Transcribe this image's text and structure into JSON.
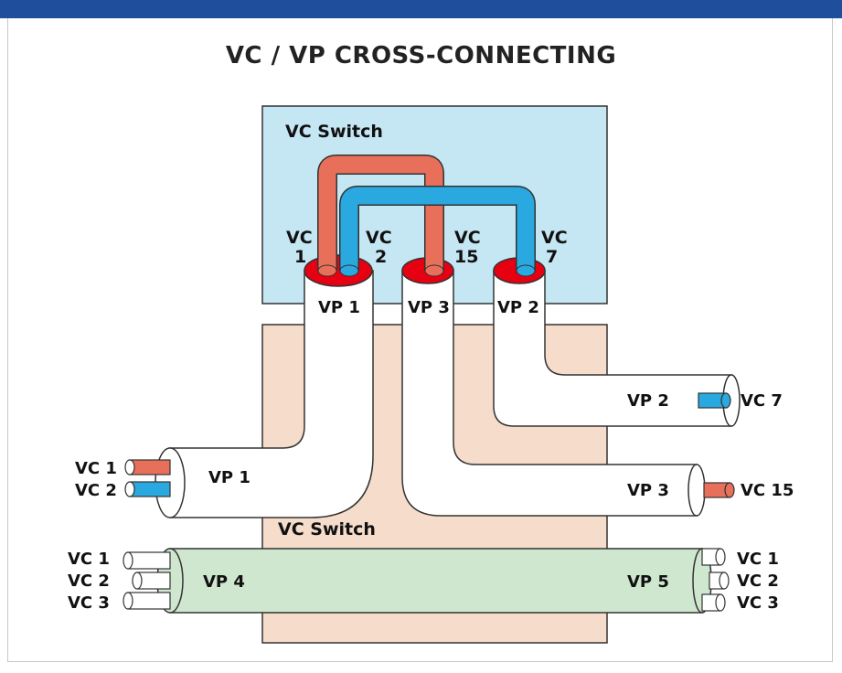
{
  "title": "VC / VP CROSS-CONNECTING",
  "upper_switch": {
    "label": "VC Switch"
  },
  "lower_switch": {
    "label": "VC Switch"
  },
  "colors": {
    "header_bar": "#1f4f9c",
    "upper_switch_fill": "#c5e6f3",
    "lower_switch_fill": "#f5dccb",
    "vc_red": "#e8705a",
    "vc_blue": "#2aa8e0",
    "pipe_rim": "#e60012",
    "vp_green": "#cfe6cf"
  },
  "top_ports": {
    "vc1_a": "VC",
    "vc1_b": "1",
    "vc2_a": "VC",
    "vc2_b": "2",
    "vc15_a": "VC",
    "vc15_b": "15",
    "vc7_a": "VC",
    "vc7_b": "7"
  },
  "pipes": {
    "vp1_top": "VP 1",
    "vp3_top": "VP 3",
    "vp2_top": "VP 2",
    "vp1_left": "VP 1",
    "vp2_right": "VP 2",
    "vp3_right": "VP 3",
    "vp4": "VP 4",
    "vp5": "VP 5"
  },
  "left_labels": {
    "vc1": "VC 1",
    "vc2": "VC 2"
  },
  "right_labels": {
    "vc7": "VC 7",
    "vc15": "VC 15"
  },
  "vp4_labels": [
    "VC 1",
    "VC 2",
    "VC 3"
  ],
  "vp5_labels": [
    "VC 1",
    "VC 2",
    "VC 3"
  ]
}
